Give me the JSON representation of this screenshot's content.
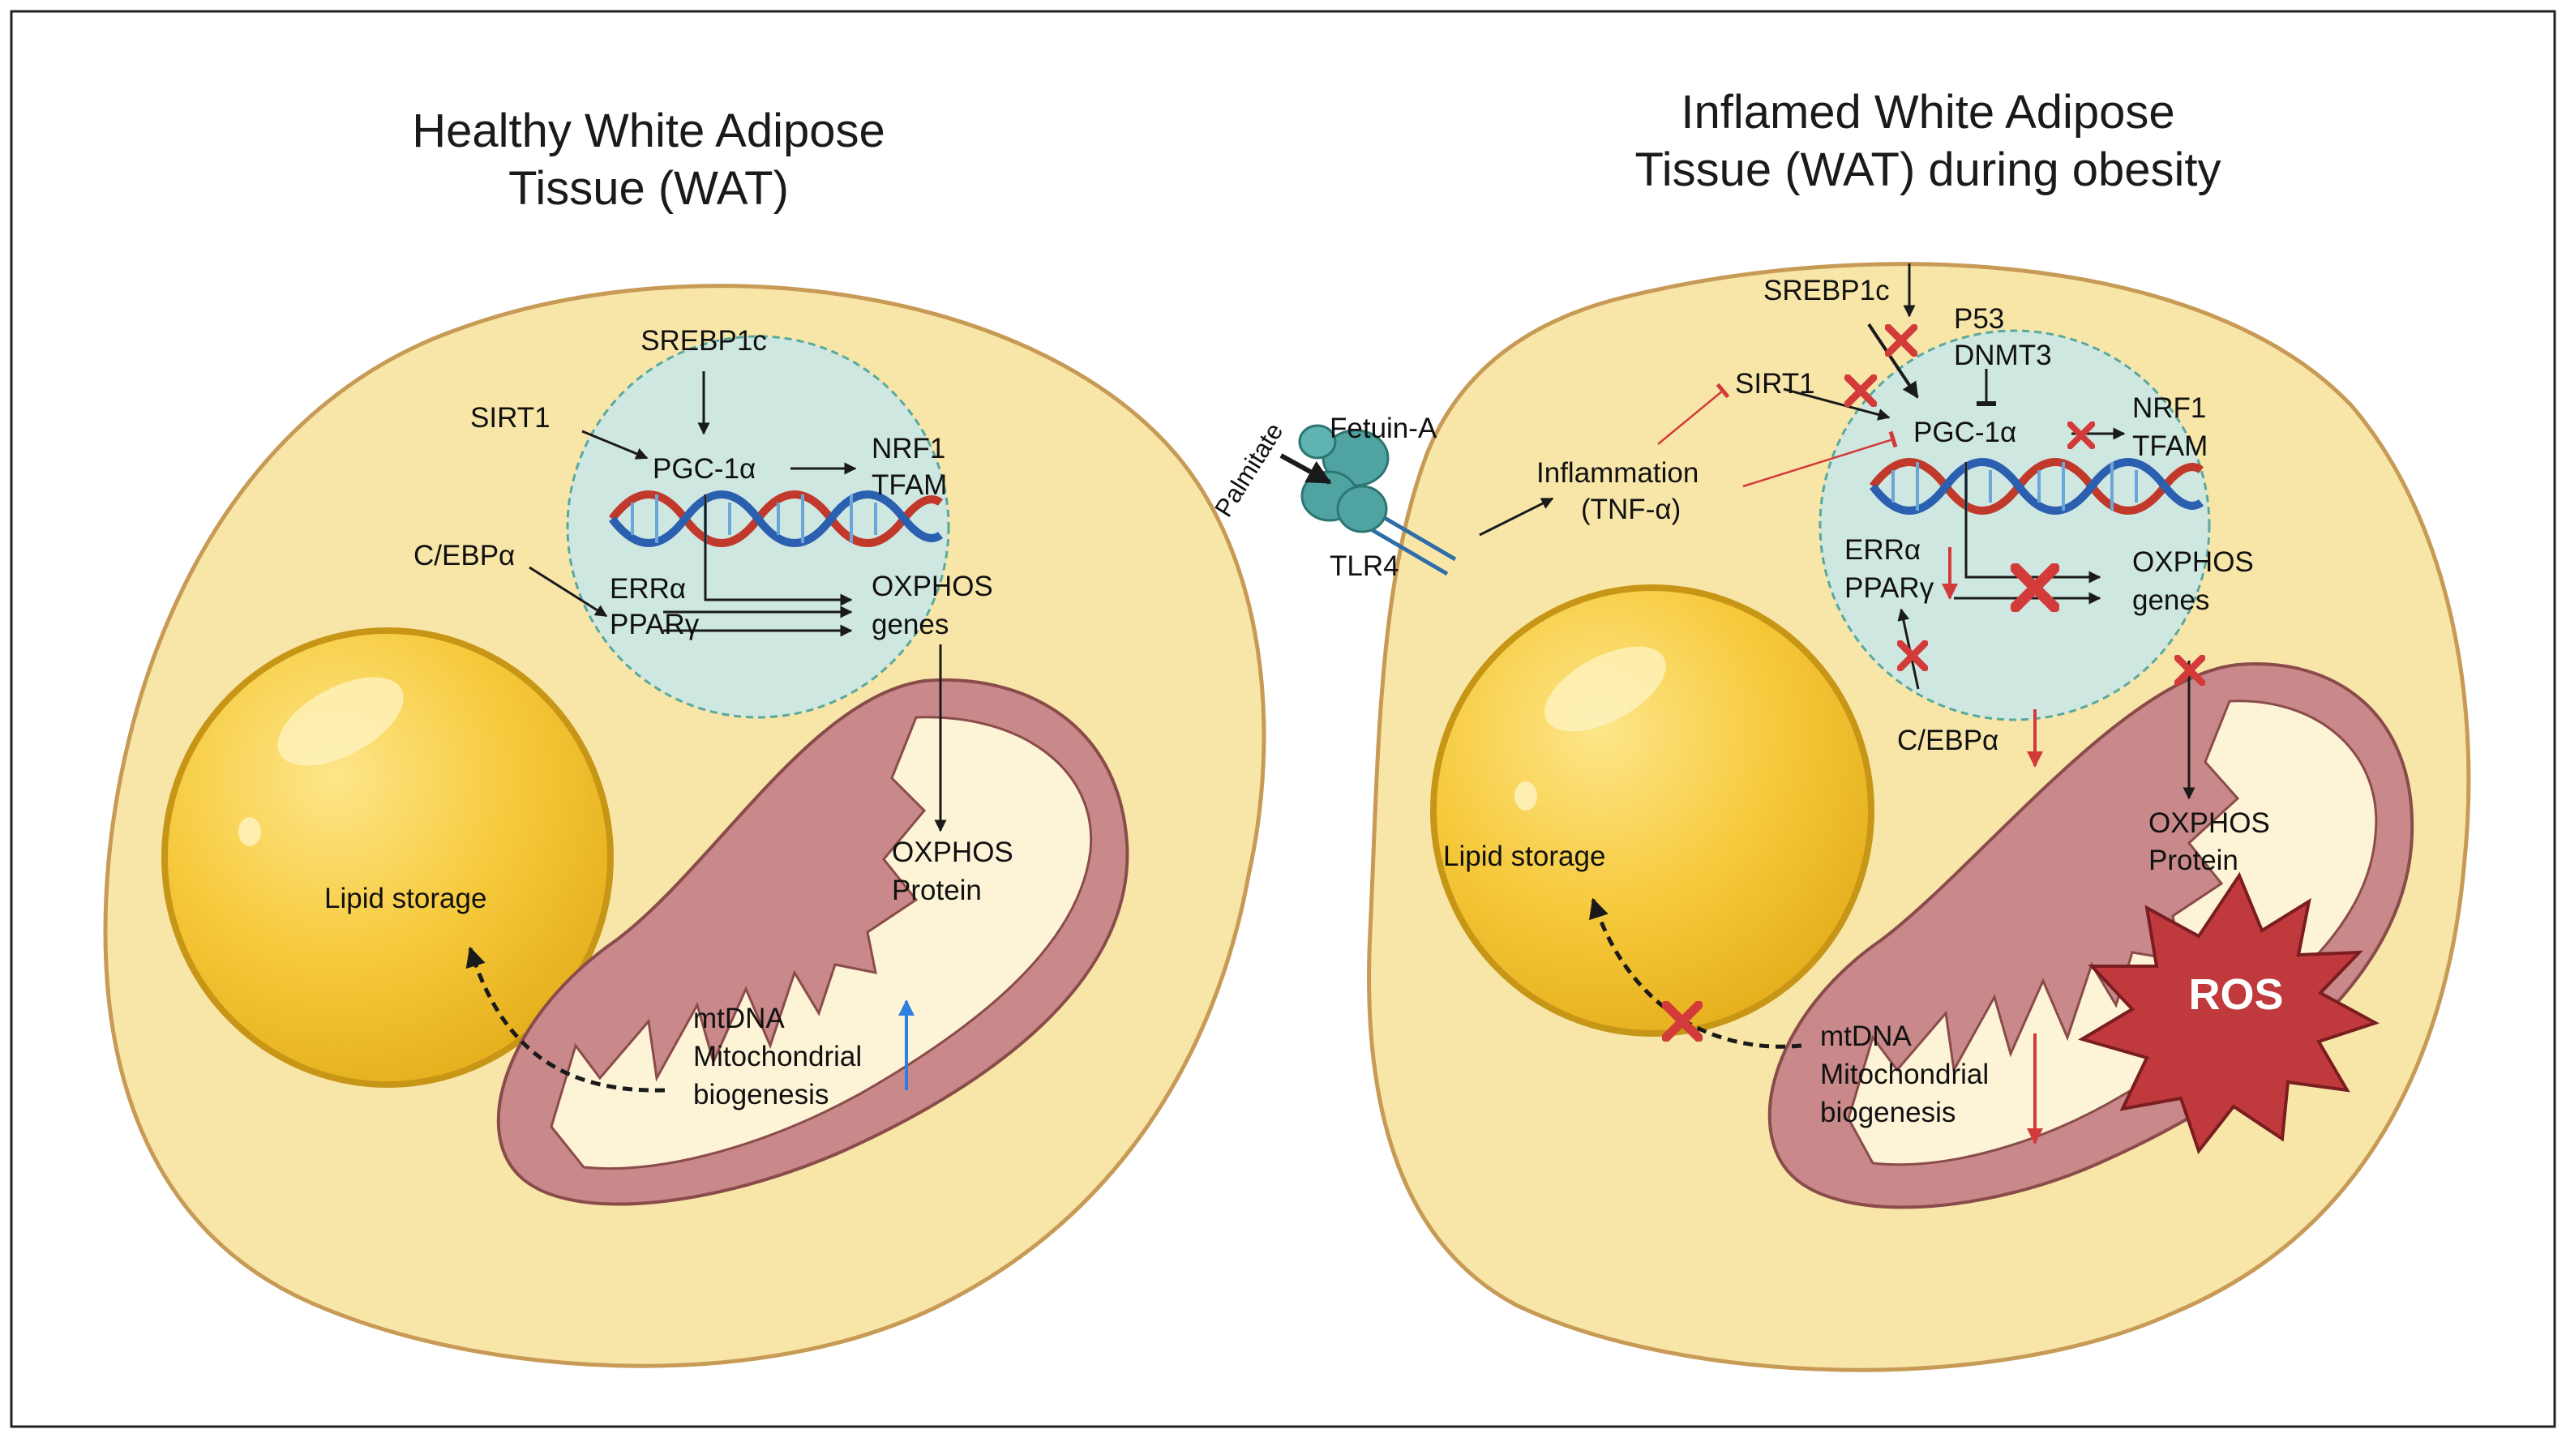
{
  "left_panel": {
    "title_line1": "Healthy White Adipose",
    "title_line2": "Tissue  (WAT)",
    "labels": {
      "srebp1c": "SREBP1c",
      "sirt1": "SIRT1",
      "pgc1a": "PGC-1α",
      "nrf1": "NRF1",
      "tfam": "TFAM",
      "cebpa": "C/EBPα",
      "erra": "ERRα",
      "ppary": "PPARγ",
      "oxphos_genes_1": "OXPHOS",
      "oxphos_genes_2": "genes",
      "oxphos_protein_1": "OXPHOS",
      "oxphos_protein_2": "Protein",
      "lipid_storage": "Lipid storage",
      "mtdna": "mtDNA",
      "mito": "Mitochondrial",
      "biogenesis": "biogenesis"
    }
  },
  "right_panel": {
    "title_line1": "Inflamed White Adipose",
    "title_line2": "Tissue  (WAT) during obesity",
    "labels": {
      "srebp1c": "SREBP1c",
      "p53": "P53",
      "dnmt3": "DNMT3",
      "sirt1": "SIRT1",
      "pgc1a": "PGC-1α",
      "nrf1": "NRF1",
      "tfam": "TFAM",
      "fetuin_a": "Fetuin-A",
      "palmitate": "Palmitate",
      "tlr4": "TLR4",
      "inflammation": "Inflammation",
      "tnfa": "(TNF-α)",
      "erra": "ERRα",
      "ppary": "PPARγ",
      "oxphos_genes_1": "OXPHOS",
      "oxphos_genes_2": "genes",
      "cebpa": "C/EBPα",
      "oxphos_protein_1": "OXPHOS",
      "oxphos_protein_2": "Protein",
      "ros": "ROS",
      "lipid_storage": "Lipid storage",
      "mtdna": "mtDNA",
      "mito": "Mitochondrial",
      "biogenesis": "biogenesis"
    }
  },
  "colors": {
    "cell_fill": "#f8e6a8",
    "cell_stroke": "#c79a55",
    "nucleus_fill": "#cfe7e1",
    "lipid_fill": "#f4c430",
    "mito_fill": "#c9898a",
    "mito_inner": "#fdf3d6",
    "inhibit_red": "#d33a3a",
    "increase_blue": "#2f7fe0",
    "ros_fill": "#c0393d"
  }
}
